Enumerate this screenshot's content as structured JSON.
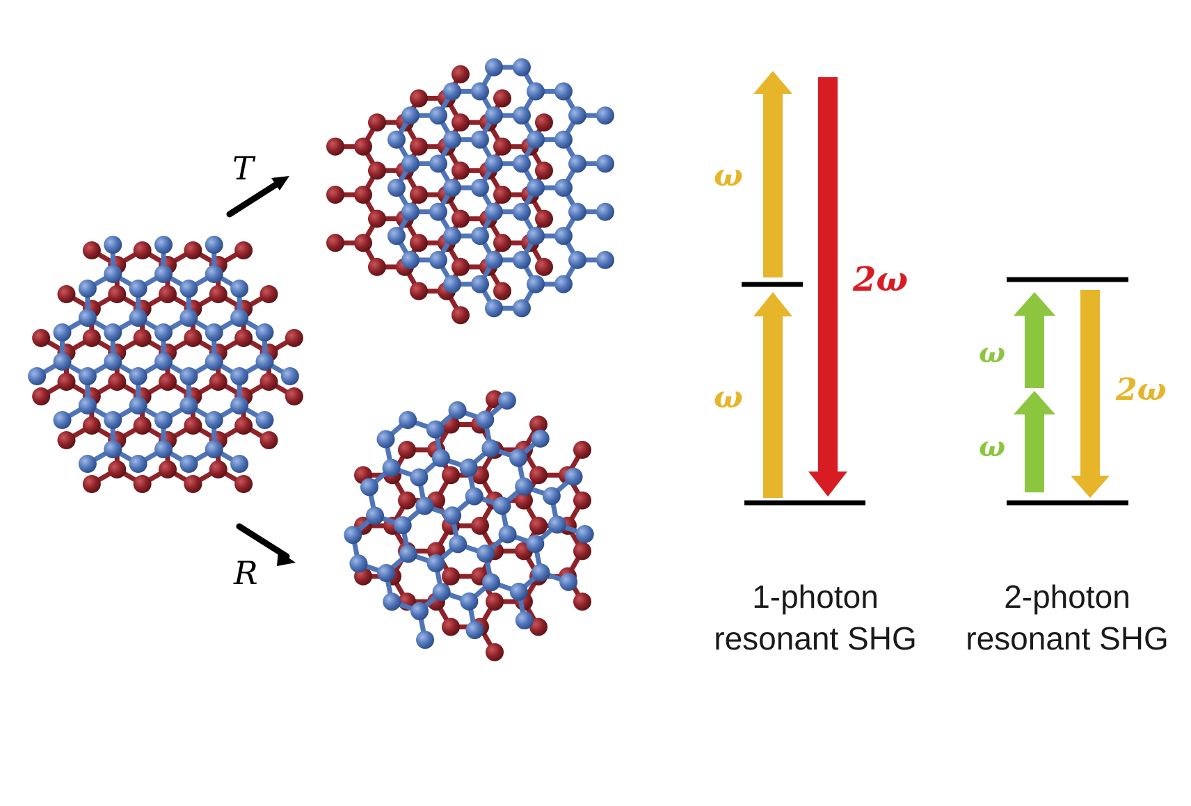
{
  "colors": {
    "background": "#ffffff",
    "atom_blue": "#4f74b8",
    "atom_red": "#8e2228",
    "bond_blue": "#4f74b8",
    "bond_red": "#8e2228",
    "photon_yellow": "#e6b52a",
    "shg_red": "#d81c24",
    "photon_green": "#8cc63f",
    "level_black": "#000000"
  },
  "stacking": {
    "translation_label": "T",
    "rotation_label": "R",
    "arrow_icon": "arrow-icon"
  },
  "diagrams": {
    "one_photon": {
      "omega_upper": "ω",
      "omega_lower": "ω",
      "two_omega": "2ω",
      "caption_line1": "1-photon",
      "caption_line2": "resonant SHG"
    },
    "two_photon": {
      "omega_upper": "ω",
      "omega_lower": "ω",
      "two_omega": "2ω",
      "caption_line1": "2-photon",
      "caption_line2": "resonant SHG"
    }
  }
}
